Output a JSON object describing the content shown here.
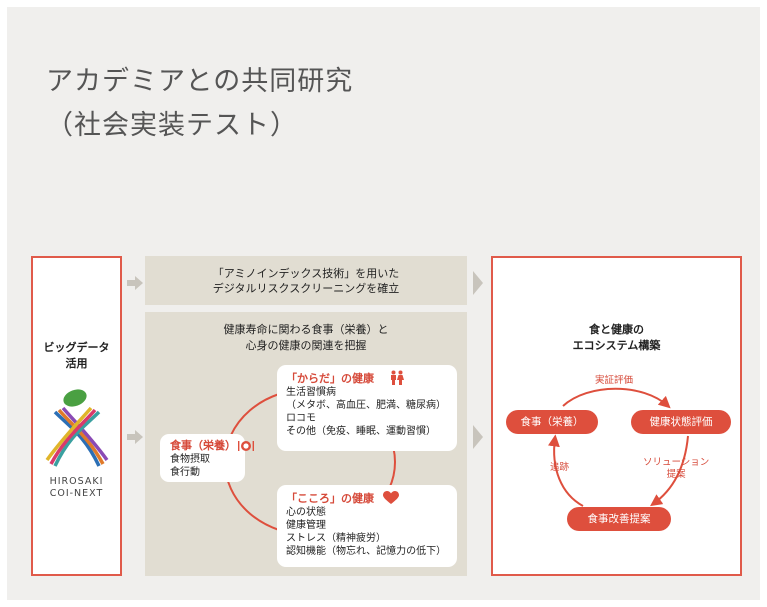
{
  "title": {
    "line1": "アカデミアとの共同研究",
    "line2": "（社会実装テスト）"
  },
  "left": {
    "label_line1": "ビッグデータ",
    "label_line2": "活用",
    "logo_line1": "HIROSAKI",
    "logo_line2": "COI-NEXT"
  },
  "middle_top": {
    "line1": "「アミノインデックス技術」を用いた",
    "line2": "デジタルリスクスクリーニングを確立"
  },
  "middle_main": {
    "title_line1": "健康寿命に関わる食事（栄養）と",
    "title_line2": "心身の健康の関連を把握",
    "food": {
      "heading": "食事（栄養）",
      "items": [
        "食物摂取",
        "食行動"
      ]
    },
    "body": {
      "heading": "「からだ」の健康",
      "items": [
        "生活習慣病",
        "（メタボ、高血圧、肥満、糖尿病）",
        "ロコモ",
        "その他（免疫、睡眠、運動習慣）"
      ]
    },
    "mind": {
      "heading": "「こころ」の健康",
      "items": [
        "心の状態",
        "健康管理",
        "ストレス（精神疲労）",
        "認知機能（物忘れ、記憶力の低下）"
      ]
    }
  },
  "right": {
    "title_line1": "食と健康の",
    "title_line2": "エコシステム構築",
    "pills": {
      "food": "食事（栄養）",
      "eval": "健康状態評価",
      "improve": "食事改善提案"
    },
    "labels": {
      "empirical": "実証評価",
      "solution_line1": "ソリューション",
      "solution_line2": "提案",
      "follow": "追跡"
    }
  },
  "colors": {
    "accent": "#de4f3d",
    "panel": "#e1ddd2",
    "card": "#f0efed",
    "logo_green": "#4aa042"
  },
  "icons": [
    "right-chevron-icon",
    "plate-icon",
    "people-icon",
    "heart-icon"
  ]
}
